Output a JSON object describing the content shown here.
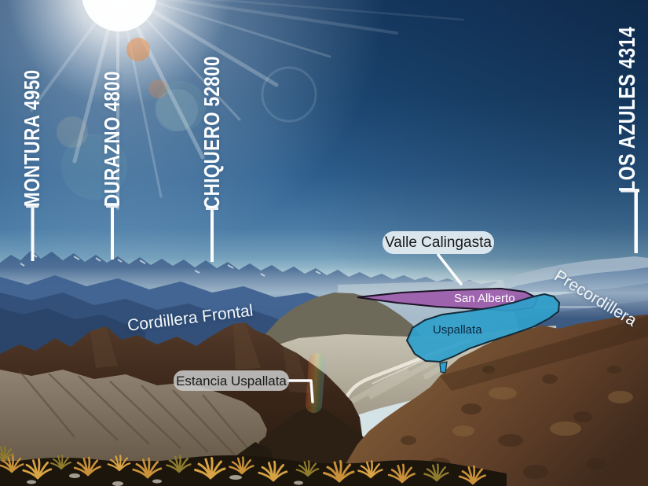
{
  "peaks": {
    "montura": {
      "label": "MONTURA 4950"
    },
    "durazno": {
      "label": "DURAZNO 4800"
    },
    "chiquero": {
      "label": "CHIQUERO 52800"
    },
    "los_azules": {
      "label": "LOS AZULES 4314"
    }
  },
  "ranges": {
    "cordillera_frontal": {
      "label": "Cordillera Frontal"
    },
    "precordillera": {
      "label": "Precordillera"
    }
  },
  "callouts": {
    "valle_calingasta": {
      "label": "Valle Calingasta"
    },
    "estancia_uspallata": {
      "label": "Estancia Uspallata"
    }
  },
  "areas": {
    "san_alberto": {
      "label": "San Alberto",
      "fill": "#9b57a9"
    },
    "uspallata": {
      "label": "Uspallata",
      "fill": "#2f9fcb"
    }
  },
  "colors": {
    "sky_top": "#163c66",
    "sky_horizon": "#cfe0e3",
    "annotation_line": "#fdfdfd",
    "callout_valle_bg": "#e4eef2",
    "callout_estancia_bg": "#cbcdcd",
    "far_range": "#3c608c",
    "foreground_slope": "#6f4c2e",
    "grass": "#c9913a"
  }
}
